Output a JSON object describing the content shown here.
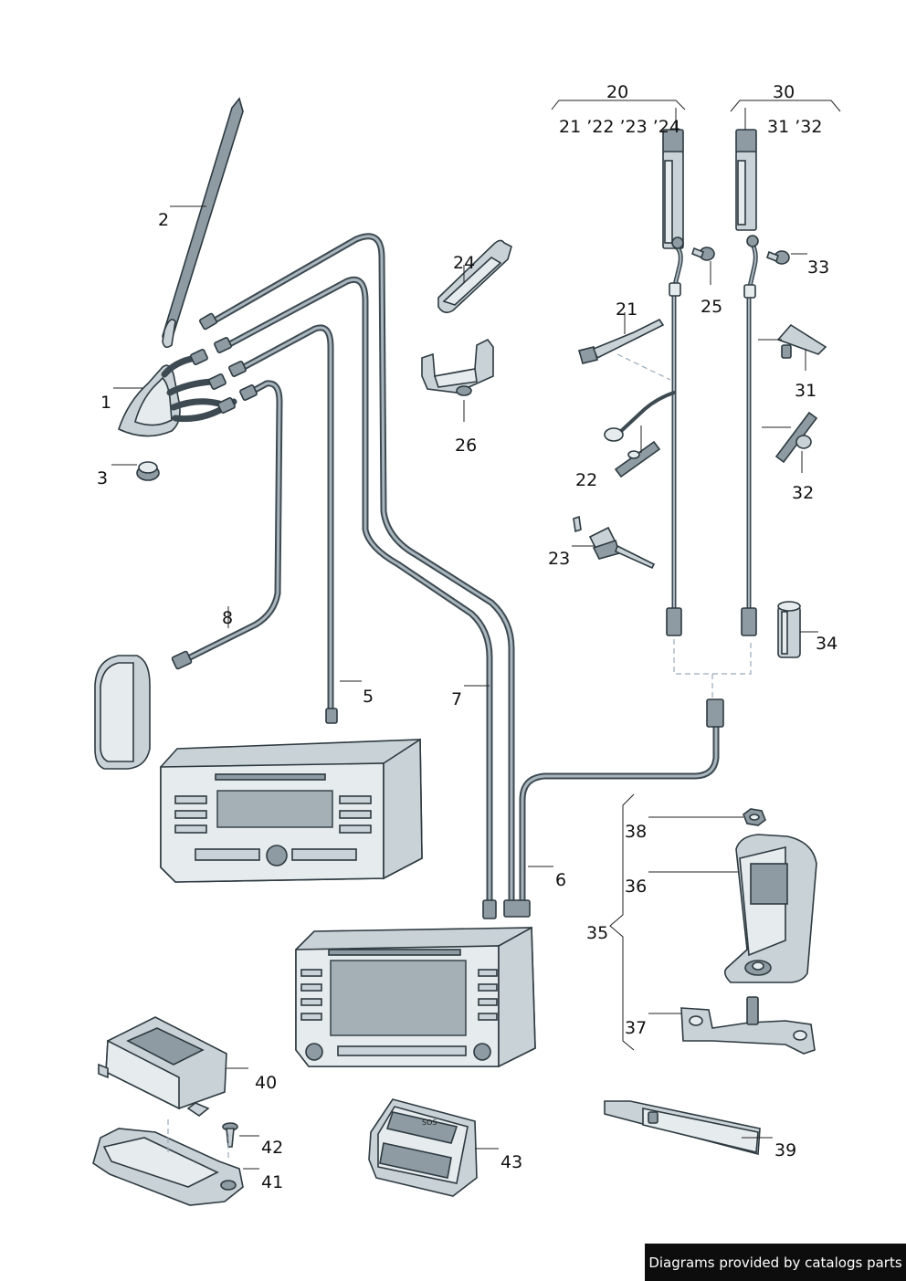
{
  "callouts": {
    "c1": "1",
    "c2": "2",
    "c3": "3",
    "c5": "5",
    "c6": "6",
    "c7": "7",
    "c8": "8",
    "c20": "20",
    "c20sub": "21 ’22 ’23 ’24",
    "c21": "21",
    "c22": "22",
    "c23": "23",
    "c24": "24",
    "c25": "25",
    "c26": "26",
    "c30": "30",
    "c30sub": "31 ’32",
    "c31": "31",
    "c32": "32",
    "c33": "33",
    "c34": "34",
    "c35": "35",
    "c36": "36",
    "c37": "37",
    "c38": "38",
    "c39": "39",
    "c40": "40",
    "c41": "41",
    "c42": "42",
    "c43": "43"
  },
  "emergency_module": {
    "button_label": "SOS"
  },
  "footer": {
    "text": "Diagrams provided by catalogs parts"
  }
}
